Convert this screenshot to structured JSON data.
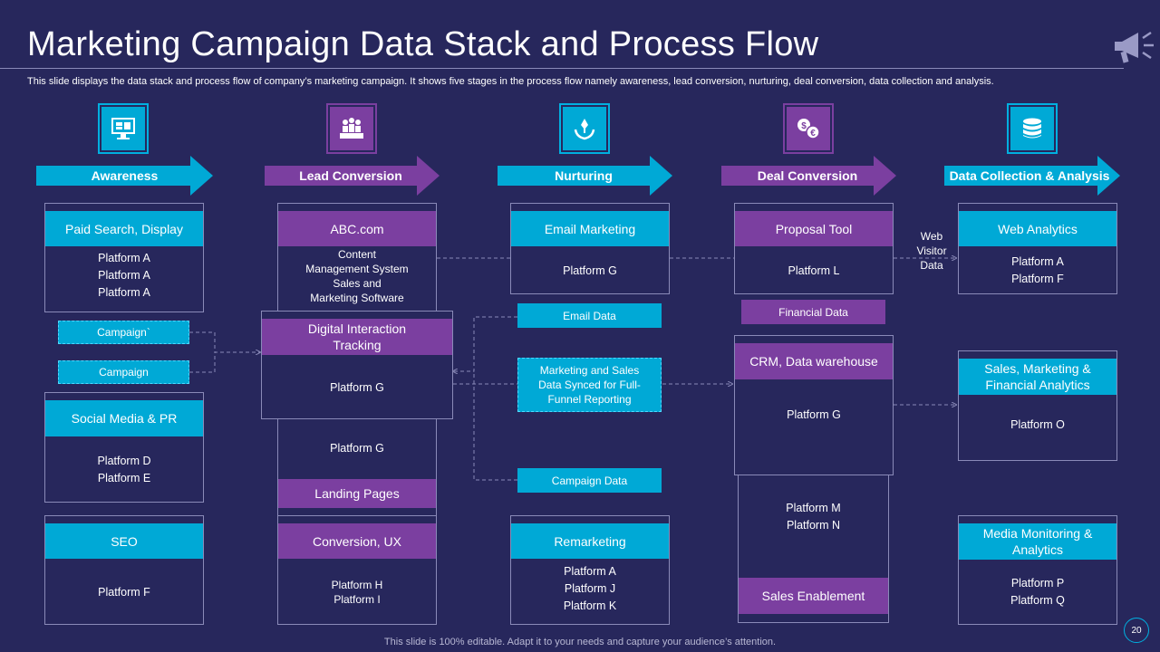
{
  "title": "Marketing Campaign Data Stack and Process Flow",
  "subtitle": "This slide displays the data stack and process flow of company’s marketing campaign. It shows five stages in the process flow namely awareness, lead conversion, nurturing, deal conversion, data collection and analysis.",
  "footer": "This slide is 100% editable. Adapt it to your needs and capture your audience’s attention.",
  "page_number": "20",
  "icons": {
    "header": "megaphone-icon",
    "awareness": "monitor-icon",
    "lead": "people-podium-icon",
    "nurturing": "plant-hands-icon",
    "deal": "currency-exchange-icon",
    "data": "database-icon"
  },
  "colors": {
    "background": "#27275c",
    "cyan": "#00a9d6",
    "purple": "#7b3fa0"
  },
  "stages": [
    "Awareness",
    "Lead Conversion",
    "Nurturing",
    "Deal Conversion",
    "Data Collection & Analysis"
  ],
  "awareness": {
    "paid_search": {
      "title": "Paid Search, Display",
      "platforms": [
        "Platform A",
        "Platform A",
        "Platform A"
      ]
    },
    "campaign_tags": [
      "Campaign`",
      "Campaign"
    ],
    "social": {
      "title": "Social Media & PR",
      "platforms": [
        "Platform D",
        "Platform E"
      ]
    },
    "seo": {
      "title": "SEO",
      "platforms": [
        "Platform F"
      ]
    }
  },
  "lead": {
    "abc": {
      "title": "ABC.com",
      "lines": [
        "Content",
        "Management System",
        "Sales and",
        "Marketing Software"
      ]
    },
    "digital": {
      "title": "Digital Interaction Tracking",
      "platforms": [
        "Platform G"
      ]
    },
    "landing": {
      "platforms": [
        "Platform G"
      ],
      "title": "Landing Pages"
    },
    "conversion": {
      "title": "Conversion, UX",
      "platforms": [
        "Platform H",
        "Platform I"
      ]
    }
  },
  "nurturing": {
    "email": {
      "title": "Email Marketing",
      "platforms": [
        "Platform G"
      ]
    },
    "email_data": "Email Data",
    "synced": "Marketing and Sales Data Synced for Full-Funnel Reporting",
    "campaign_data": "Campaign Data",
    "remarketing": {
      "title": "Remarketing",
      "platforms": [
        "Platform A",
        "Platform J",
        "Platform K"
      ]
    }
  },
  "deal": {
    "proposal": {
      "title": "Proposal Tool",
      "platforms": [
        "Platform L"
      ]
    },
    "financial_data": "Financial Data",
    "crm": {
      "title": "CRM, Data warehouse",
      "platforms": [
        "Platform G"
      ]
    },
    "sales_enablement": {
      "platforms": [
        "Platform M",
        "Platform N"
      ],
      "title": "Sales Enablement"
    },
    "web_visitor": [
      "Web",
      "Visitor",
      "Data"
    ]
  },
  "analysis": {
    "web": {
      "title": "Web Analytics",
      "platforms": [
        "Platform A",
        "Platform F"
      ]
    },
    "sales": {
      "title": "Sales, Marketing & Financial Analytics",
      "platforms": [
        "Platform O"
      ]
    },
    "media": {
      "title": "Media Monitoring & Analytics",
      "platforms": [
        "Platform P",
        "Platform Q"
      ]
    }
  }
}
